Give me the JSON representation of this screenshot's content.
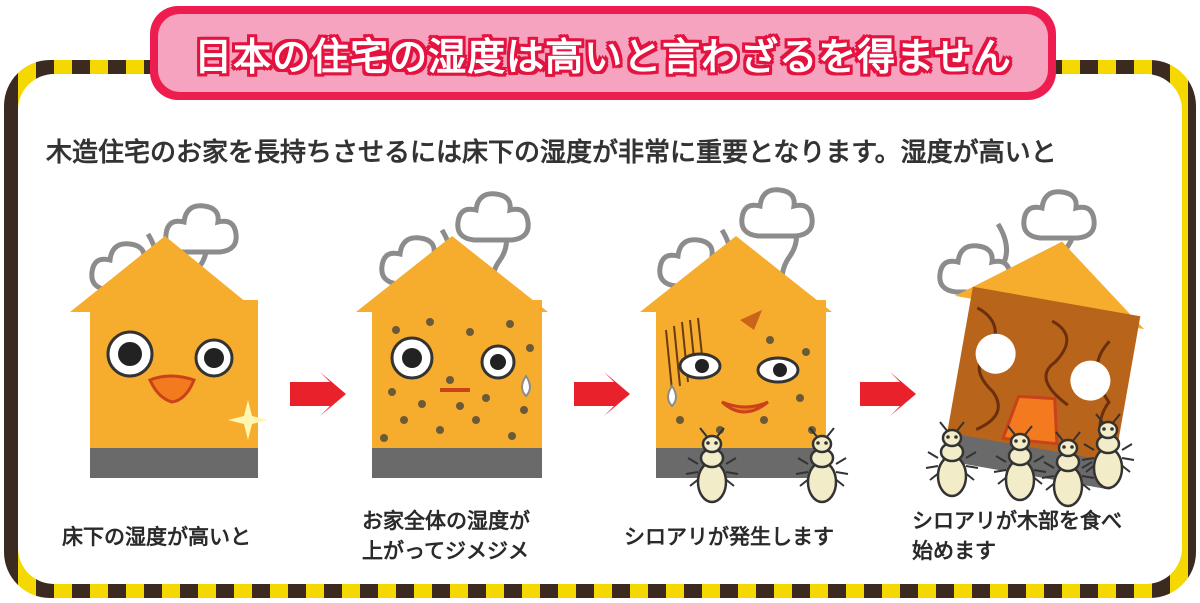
{
  "title": "日本の住宅の湿度は高いと言わざるを得ません",
  "subtitle": "木造住宅のお家を長持ちさせるには床下の湿度が非常に重要となります。湿度が高いと",
  "steps": [
    {
      "caption": "床下の湿度が高いと"
    },
    {
      "caption": "お家全体の湿度が\n上がってジメジメ"
    },
    {
      "caption": "シロアリが発生します"
    },
    {
      "caption": "シロアリが木部を食べ\n始めます"
    }
  ],
  "colors": {
    "frame_yellow": "#f5d800",
    "frame_dark": "#3b2a20",
    "banner_red": "#ee1d4f",
    "banner_pink": "#f5a3bf",
    "house_orange": "#f6ad2e",
    "house_base": "#6a6a6a",
    "arrow_red": "#e8212b",
    "steam_gray": "#8c8c8c",
    "termite": "#f3ecc8"
  },
  "icons": [
    "steam-icon",
    "house-icon",
    "arrow-right-icon",
    "termite-icon",
    "sparkle-icon",
    "water-drop-icon"
  ]
}
